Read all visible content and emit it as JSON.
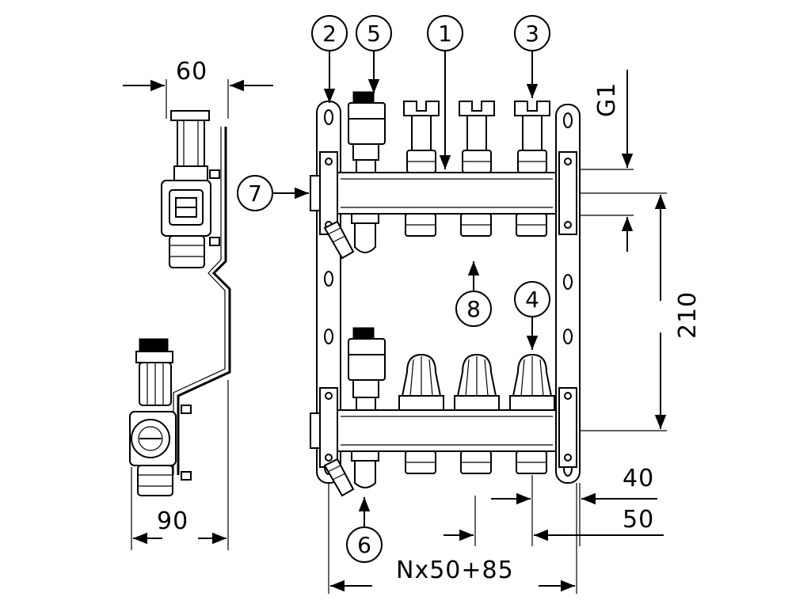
{
  "dimensions": {
    "side_width_top": "60",
    "side_width_bottom": "90",
    "thread": "G1",
    "height": "210",
    "spacing_40": "40",
    "spacing_50": "50",
    "total_width": "Nx50+85"
  },
  "callouts": [
    "1",
    "2",
    "3",
    "4",
    "5",
    "6",
    "7",
    "8"
  ]
}
